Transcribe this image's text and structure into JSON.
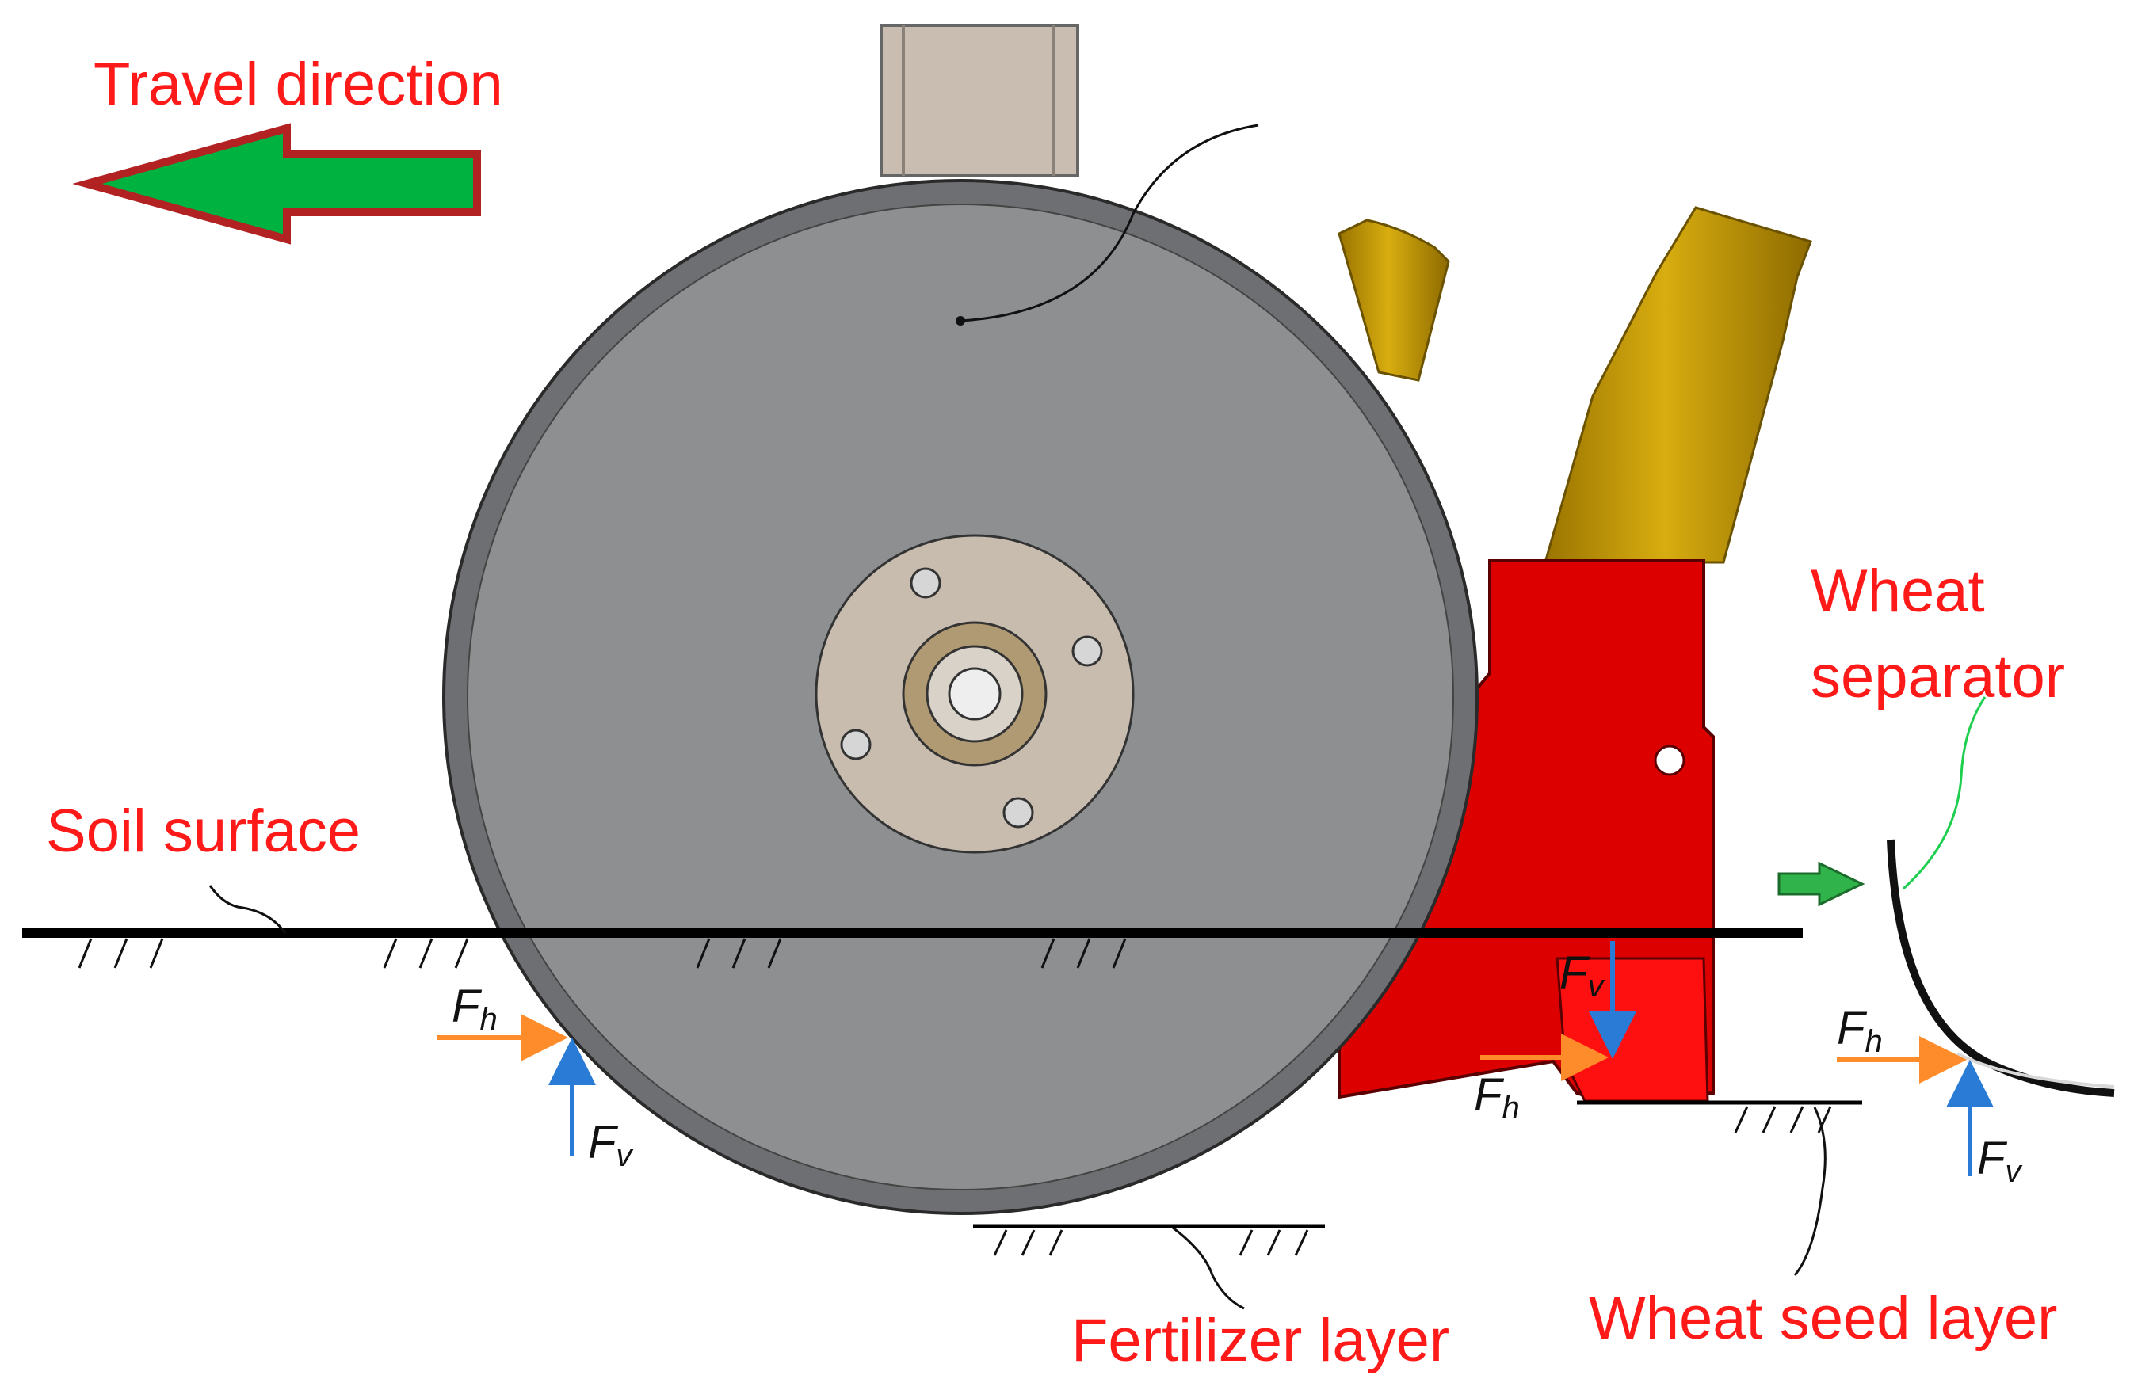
{
  "labels": {
    "travel_direction": "Travel direction",
    "soil_surface": "Soil surface",
    "wheat_separator_line1": "Wheat",
    "wheat_separator_line2": "separator",
    "fertilizer_layer": "Fertilizer layer",
    "wheat_seed_layer": "Wheat seed layer"
  },
  "forces": {
    "horizontal_main": "F",
    "horizontal_sub": "h",
    "vertical_main": "F",
    "vertical_sub": "v"
  },
  "colors": {
    "label_red": "#ff1a1a",
    "arrow_green": "#00b240",
    "arrow_outline": "#b22222",
    "disc_gray": "#8d8f91",
    "disc_rim": "#66686b",
    "hub_tan": "#c8bcaf",
    "frame_red": "#dd0000",
    "tube_gold": "#c49a00",
    "force_orange": "#ff8c2a",
    "force_blue": "#2a7bd6"
  }
}
